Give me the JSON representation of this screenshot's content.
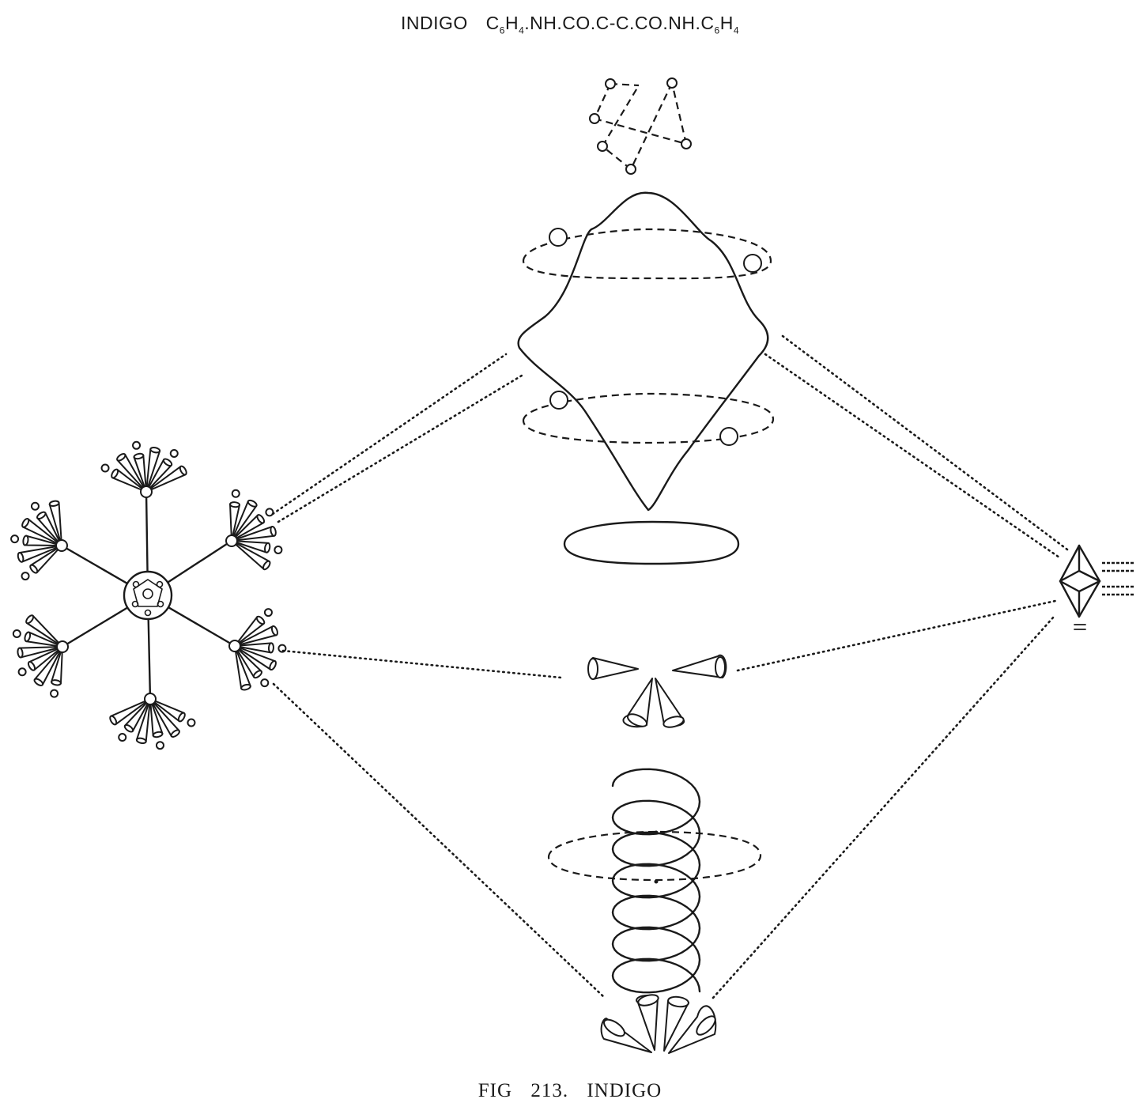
{
  "header": {
    "name": "INDIGO",
    "formula_parts": [
      {
        "t": "C"
      },
      {
        "s": "6"
      },
      {
        "t": "H"
      },
      {
        "s": "4"
      },
      {
        "t": ".NH.CO.C-C.CO.NH.C"
      },
      {
        "s": "6"
      },
      {
        "t": "H"
      },
      {
        "s": "4"
      }
    ]
  },
  "caption": {
    "fig": "FIG",
    "number": "213.",
    "label": "INDIGO"
  },
  "colors": {
    "ink": "#1a1a1a",
    "paper": "#ffffff"
  }
}
